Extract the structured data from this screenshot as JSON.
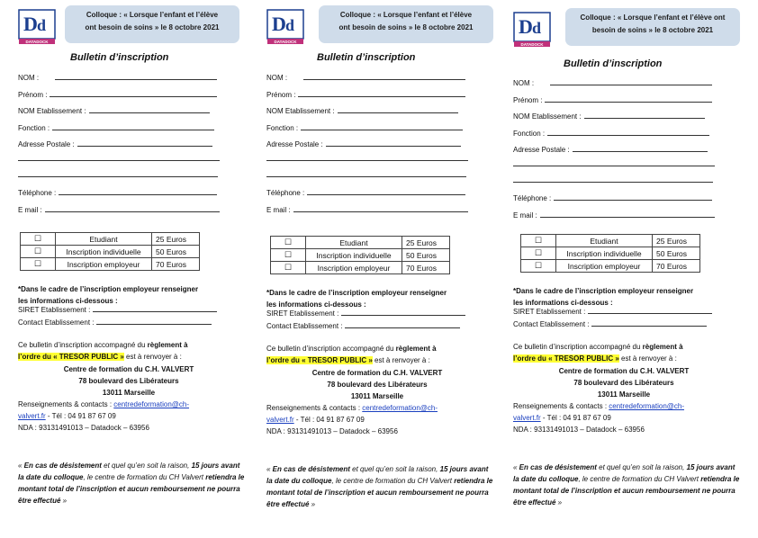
{
  "header": {
    "line1": "Colloque : « Lorsque l’enfant et l’élève",
    "line2": "ont besoin de soins » le 8 octobre 2021",
    "line1_alt": "Colloque : « Lorsque l’enfant et l’élève ont",
    "line2_alt": "besoin de soins » le 8 octobre 2021"
  },
  "logo": {
    "letters": "Dd",
    "caption": "DATADOCK"
  },
  "form": {
    "title": "Bulletin d’inscription",
    "nom": "NOM :",
    "prenom": "Prénom :",
    "etablissement": "NOM Etablissement :",
    "fonction": "Fonction :",
    "adresse": "Adresse Postale :",
    "telephone": "Téléphone :",
    "email": "E mail :"
  },
  "prices": [
    {
      "checkbox": "☐",
      "label": "Etudiant",
      "price": "25 Euros"
    },
    {
      "checkbox": "☐",
      "label": "Inscription individuelle",
      "price": "50 Euros"
    },
    {
      "checkbox": "☐",
      "label": "Inscription employeur",
      "price": "70 Euros"
    }
  ],
  "employer": {
    "note_line1": "*Dans le cadre de l’inscription employeur renseigner",
    "note_line2": "les informations ci-dessous :",
    "siret": "SIRET Etablissement :",
    "contact": "Contact Etablissement :"
  },
  "payment": {
    "line1_a": "Ce bulletin d’inscription accompagné du ",
    "line1_b": "règlement à",
    "line2_a": "l’ordre du « TRESOR PUBLIC »",
    "line2_b": " est à renvoyer à :",
    "org": "Centre de formation du C.H. VALVERT",
    "street": "78 boulevard des Libérateurs",
    "city": "13011 Marseille"
  },
  "contacts": {
    "label": "Renseignements & contacts : ",
    "email_a": "centredeformation@ch-",
    "email_b": "valvert.fr",
    "tel": " - Tél : 04 91 87 67 09",
    "nda": "NDA : 93131491013 – Datadock – 63956"
  },
  "disclaimer": {
    "p1": "« ",
    "p2": "En cas de désistement",
    "p3": " et quel qu’en soit la raison, ",
    "p4": "15 jours avant la date du colloque",
    "p5": ", le centre de formation du CH Valvert ",
    "p6": "retiendra le montant total de l’inscription et aucun remboursement ne pourra être effectué",
    "p7": " »"
  }
}
